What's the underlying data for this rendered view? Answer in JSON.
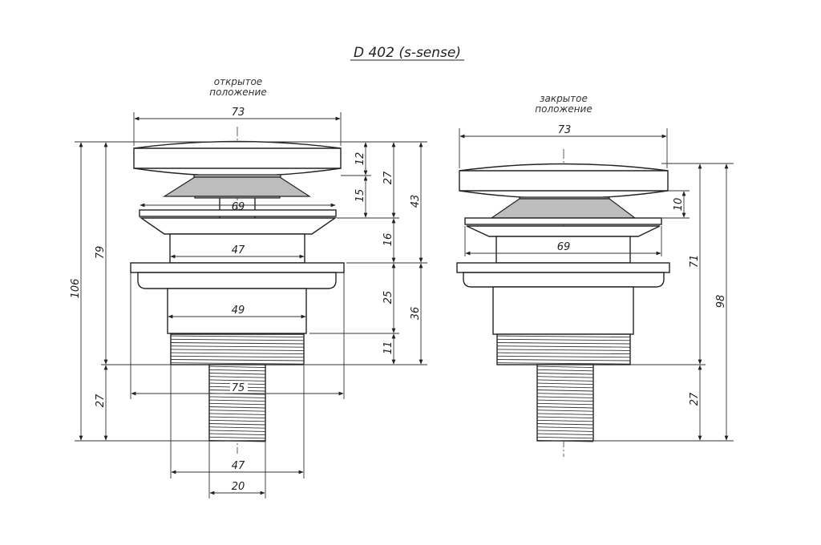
{
  "title": "D 402 (s-sense)",
  "open_view": {
    "caption_line1": "открытое",
    "caption_line2": "положение",
    "dims": {
      "cap_width": "73",
      "flange_width": "69",
      "neck_width": "47",
      "body_width": "49",
      "outer_flange": "75",
      "thread_width": "47",
      "stem_width": "20",
      "total_height": "106",
      "upper_height": "79",
      "stem_height": "27",
      "cap_height": "12",
      "cone_height": "15",
      "top_to_flange": "27",
      "flange_to_rim": "16",
      "rim_height": "43",
      "body_height": "25",
      "thread_height": "11",
      "lower_height": "36"
    }
  },
  "closed_view": {
    "caption_line1": "закрытое",
    "caption_line2": "положение",
    "dims": {
      "cap_width": "73",
      "gap_height": "10",
      "flange_width": "69",
      "upper_height": "71",
      "total_height": "98",
      "stem_height": "27"
    }
  }
}
